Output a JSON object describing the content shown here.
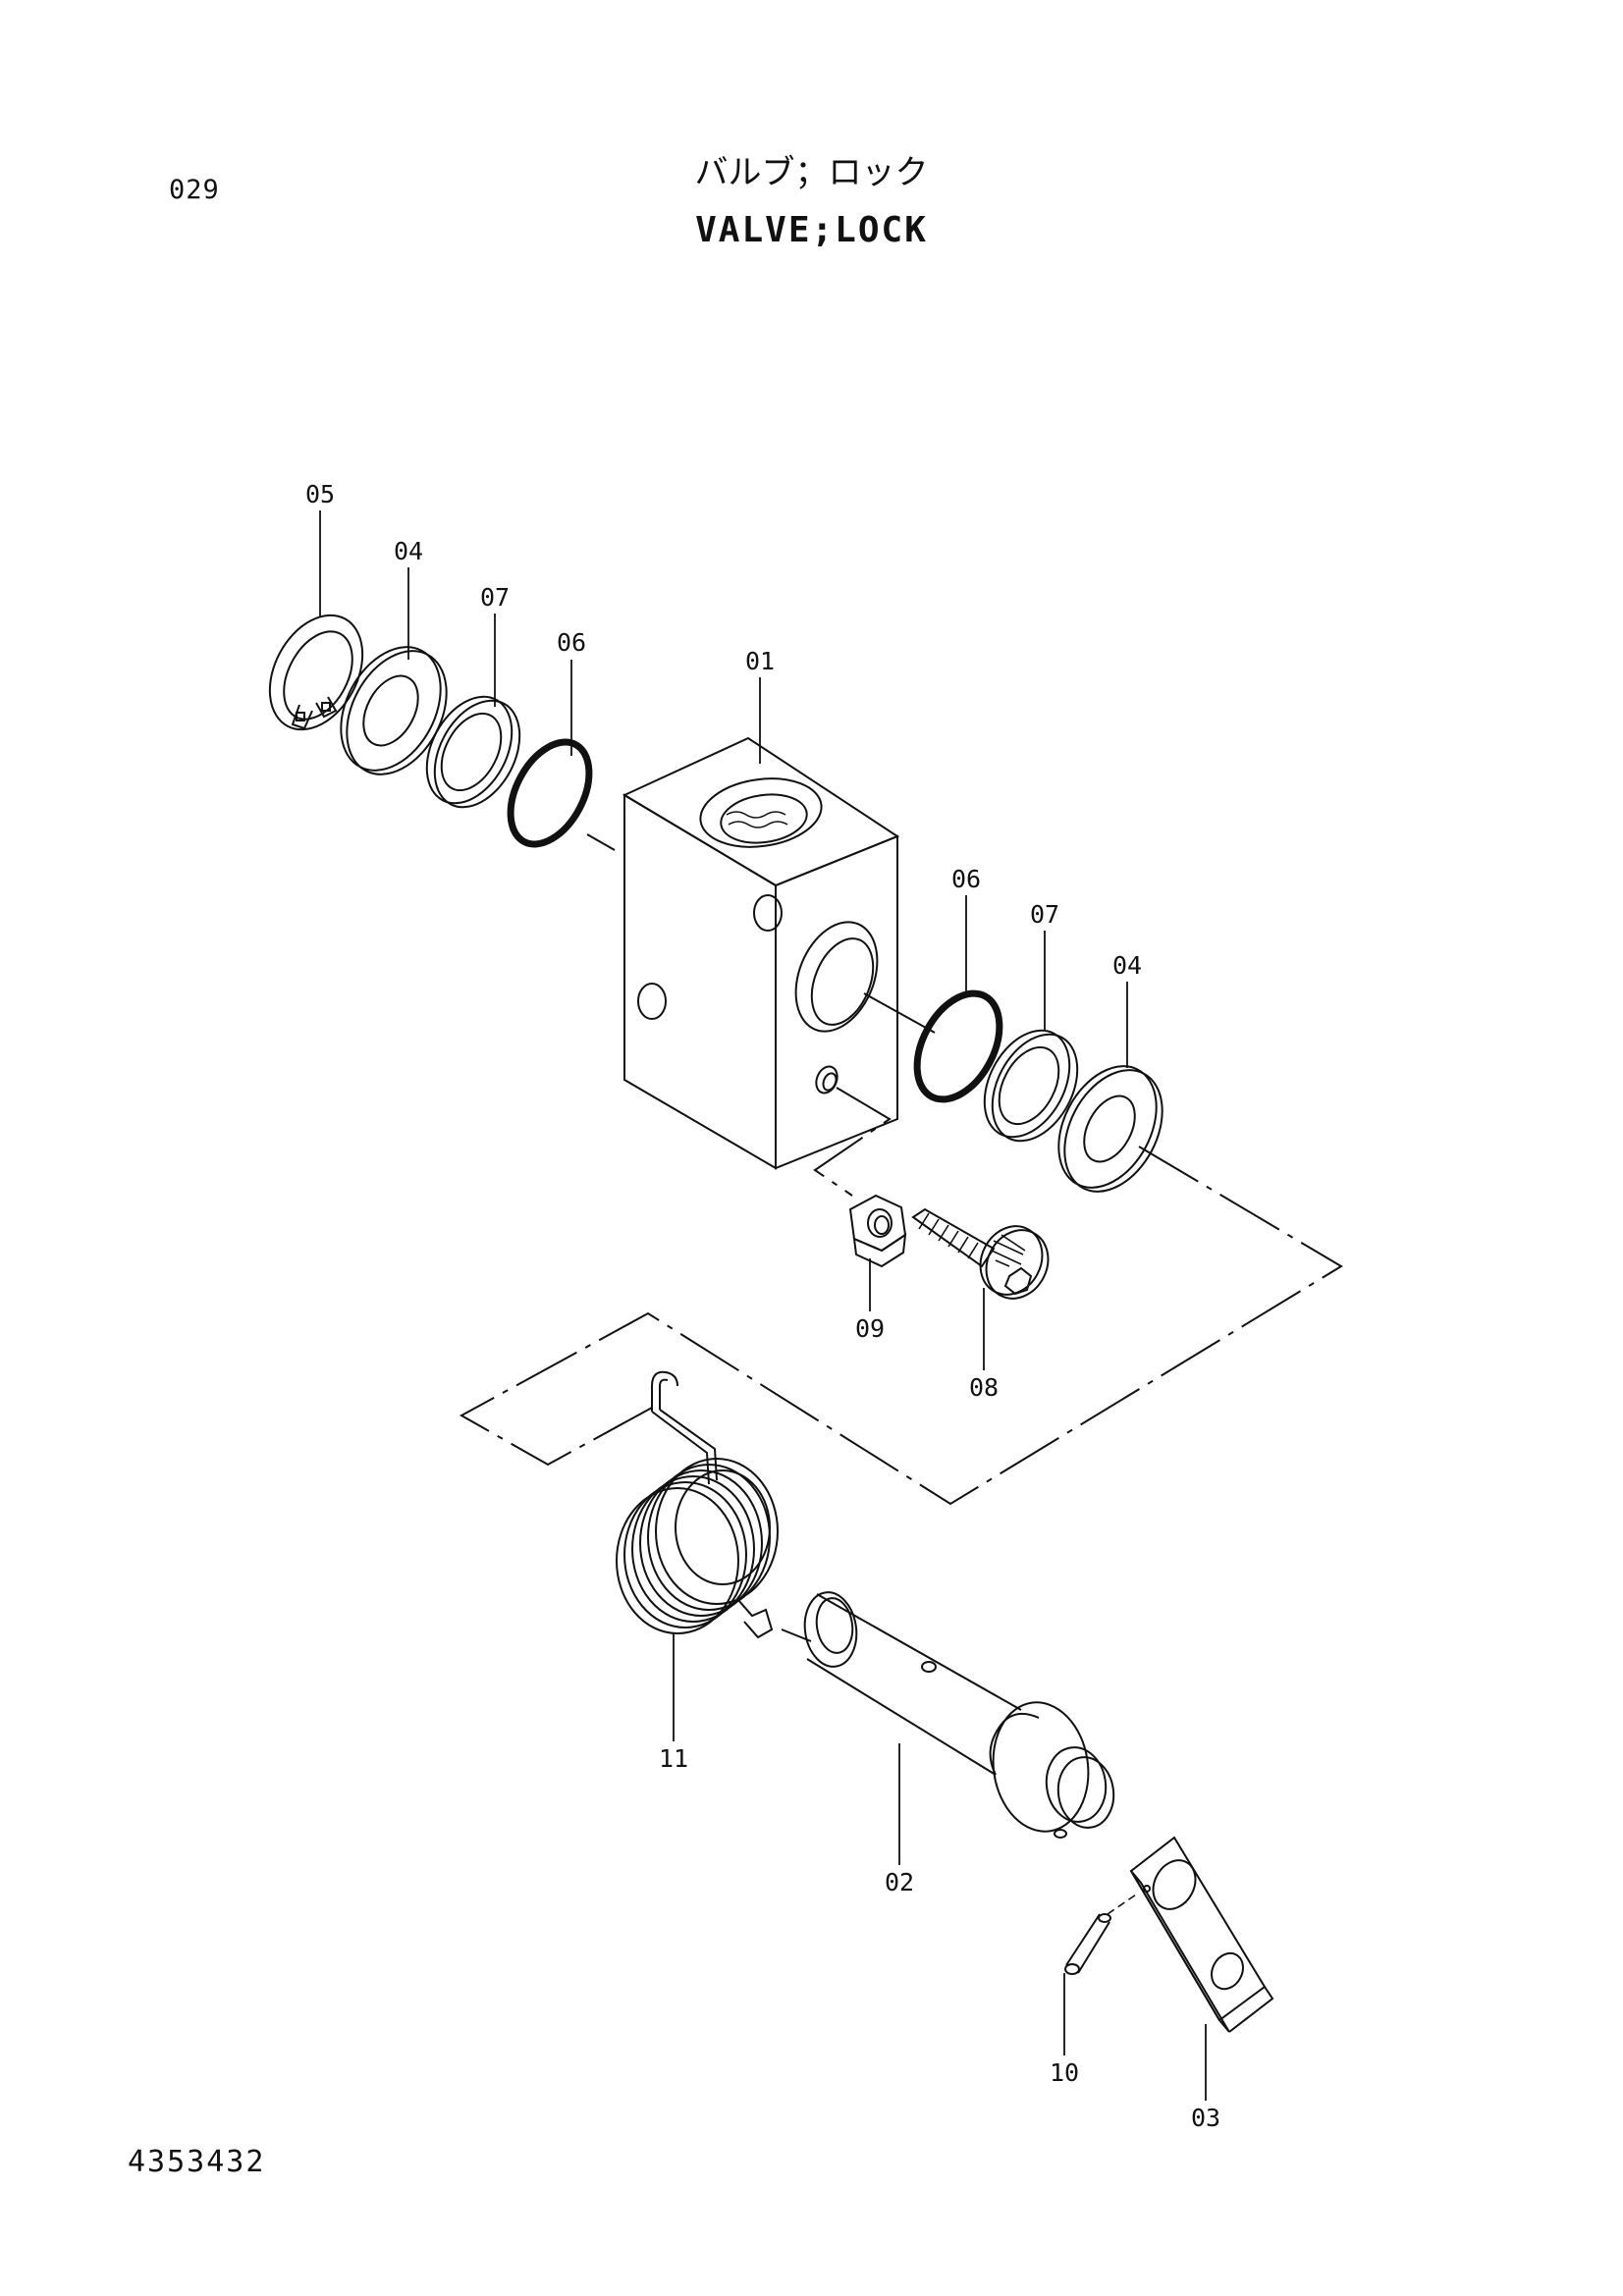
{
  "header": {
    "page_number": "029",
    "title_jp": "バルブ；ロック",
    "title_en": "VALVE;LOCK"
  },
  "footer": {
    "drawing_number": "4353432"
  },
  "callouts": {
    "c05": "05",
    "c04_top": "04",
    "c07_top": "07",
    "c06_top": "06",
    "c01": "01",
    "c06_right": "06",
    "c07_right": "07",
    "c04_right": "04",
    "c09": "09",
    "c08": "08",
    "c11": "11",
    "c02": "02",
    "c10": "10",
    "c03": "03"
  }
}
